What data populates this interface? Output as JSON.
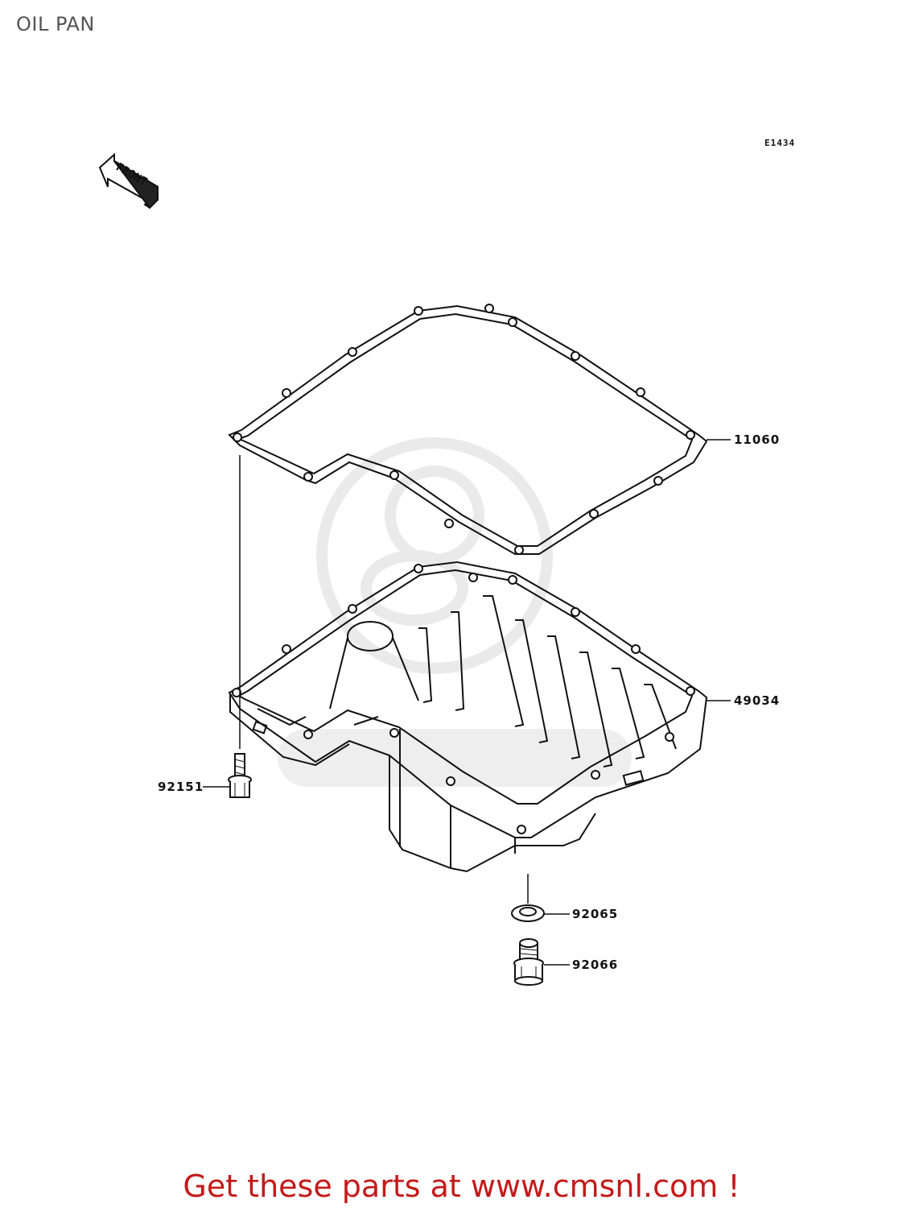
{
  "title": "OIL PAN",
  "diagram_code": "E1434",
  "front_marker": "FRONT",
  "parts": {
    "gasket": "11060",
    "oil_pan": "49034",
    "bolt": "92151",
    "washer": "92065",
    "drain_plug": "92066"
  },
  "footer_text": "Get these parts at www.cmsnl.com !"
}
